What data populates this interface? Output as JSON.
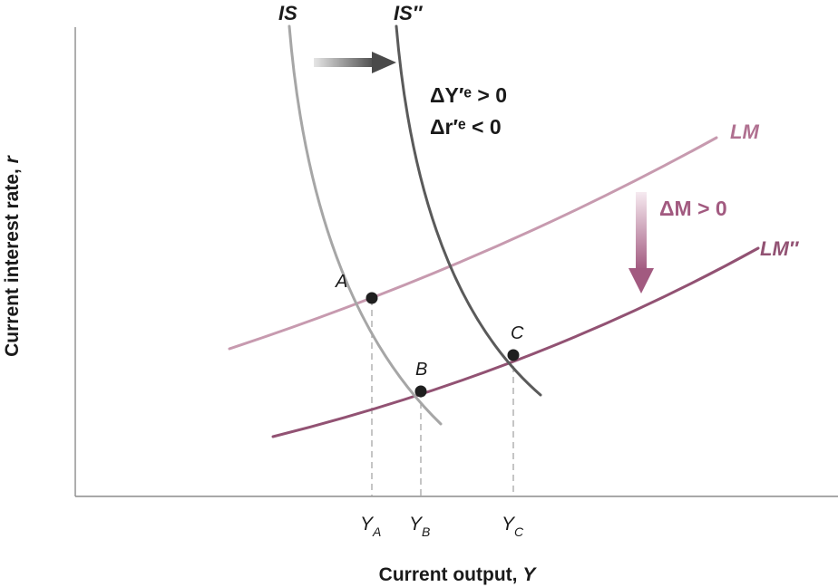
{
  "axes": {
    "x_label": "Current output, ",
    "x_var": "Y",
    "y_label": "Current interest rate, ",
    "y_var": "r"
  },
  "curves": {
    "is_label": "IS",
    "is_shifted_label": "IS″",
    "lm_label": "LM",
    "lm_shifted_label": "LM″"
  },
  "annotations": {
    "delta_y_expected": "ΔY′ᵉ > 0",
    "delta_r_expected": "Δr′ᵉ  < 0",
    "delta_m": "ΔM > 0"
  },
  "points": {
    "a": "A",
    "b": "B",
    "c": "C"
  },
  "x_ticks": {
    "ya_main": "Y",
    "ya_sub": "A",
    "yb_main": "Y",
    "yb_sub": "B",
    "yc_main": "Y",
    "yc_sub": "C"
  },
  "colors": {
    "is": "#a6a6a6",
    "is_shifted": "#5a5a5a",
    "lm": "#c79aaf",
    "lm_shifted": "#925273",
    "lm_label": "#b07090",
    "arrow_dark": "#4a4a4a",
    "arrow_pink": "#a25a80"
  }
}
